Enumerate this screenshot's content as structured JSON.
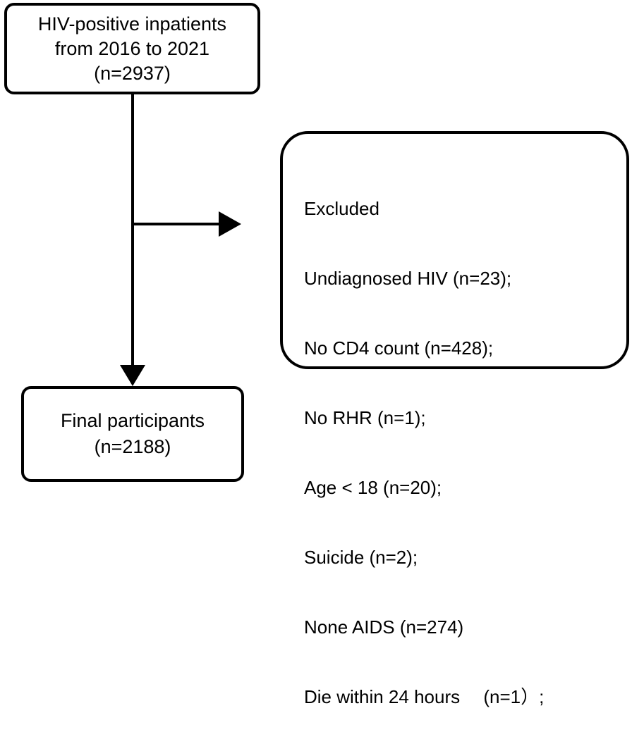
{
  "top_box": {
    "lines": [
      "HIV-positive inpatients",
      "from 2016 to 2021",
      "(n=2937)"
    ]
  },
  "excluded_box": {
    "title": "Excluded",
    "items": [
      "Undiagnosed HIV (n=23);",
      "No CD4 count (n=428);",
      "No RHR (n=1);",
      "Age < 18 (n=20);",
      "Suicide (n=2);",
      "None AIDS (n=274)",
      "Die within 24 hours 　(n=1）;"
    ]
  },
  "final_box": {
    "lines": [
      "Final participants",
      "(n=2188)"
    ]
  }
}
